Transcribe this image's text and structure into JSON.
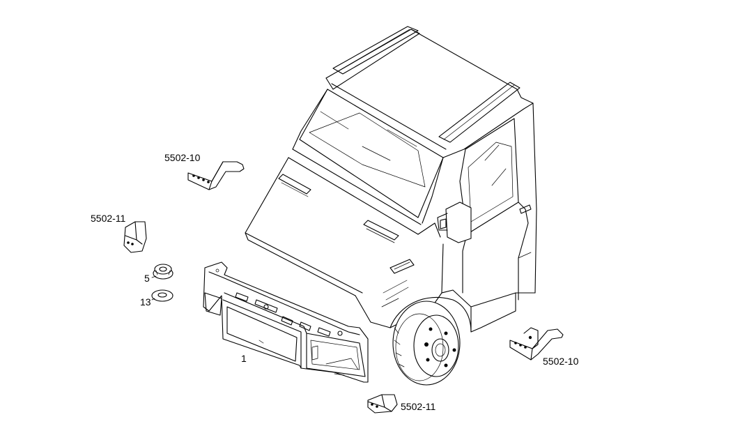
{
  "callouts": {
    "main_part": "1",
    "nut": "5",
    "washer": "13",
    "bracket_upper_left": "5502-10",
    "bracket_left": "5502-11",
    "bracket_right": "5502-10",
    "bracket_bottom": "5502-11"
  }
}
